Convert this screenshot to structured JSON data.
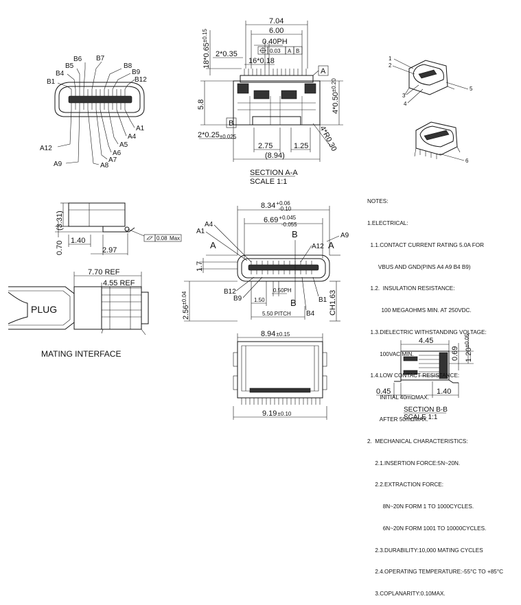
{
  "pin_labels_top": {
    "b6": "B6",
    "b7": "B7",
    "b5": "B5",
    "b8": "B8",
    "b4": "B4",
    "b9": "B9",
    "b1": "B1",
    "b12": "B12",
    "a1": "A1",
    "a4": "A4",
    "a5": "A5",
    "a6": "A6",
    "a12": "A12",
    "a7": "A7",
    "a9": "A9",
    "a8": "A8"
  },
  "side_view": {
    "d331": "(3.31)",
    "d070": "0.70",
    "d140": "1.40",
    "d297": "2.97",
    "flatness": "0.08",
    "flatness_unit": "Max"
  },
  "mating": {
    "d770": "7.70 REF",
    "d455": "4.55 REF",
    "plug": "PLUG",
    "caption": "MATING INTERFACE"
  },
  "section_aa": {
    "d704": "7.04",
    "d600": "6.00",
    "pitch": "0.40PH",
    "tol_val": "0.03",
    "tol_a": "A",
    "tol_b": "B",
    "d2x035": "2*0.35",
    "d16x018": "16*0.18",
    "d18x065": "18*0.65",
    "d18x065_tol": "±0.15",
    "d58": "5.8",
    "d4x050": "4*0.50",
    "d4x050_tol": "±0.20",
    "datum_a": "A",
    "datum_b": "B",
    "d2x025": "2*0.25",
    "d2x025_tol": "±0.025",
    "d275": "2.75",
    "d125": "1.25",
    "d894": "(8.94)",
    "r": "4*R0.30",
    "title": "SECTION A-A",
    "scale": "SCALE   1:1"
  },
  "front_view": {
    "d834": "8.34",
    "d834_tol_up": "+0.06",
    "d834_tol_dn": "-0.10",
    "d669": "6.69",
    "d669_tol_up": "+0.045",
    "d669_tol_dn": "-0.055",
    "a4": "A4",
    "a1": "A1",
    "b": "B",
    "a12": "A12",
    "a9": "A9",
    "sec_a_left": "A",
    "sec_a_right": "A",
    "d17": "1.7",
    "d256": "2.56",
    "d256_tol": "±0.04",
    "b12": "B12",
    "b9": "B9",
    "d150": "1.50",
    "d050": "0.50PH",
    "b1": "B1",
    "ch": "CH1.63",
    "d550": "5.50 PITCH",
    "b4": "B4",
    "sec_b": "B"
  },
  "bottom_view": {
    "d894": "8.94",
    "d894_tol": "±0.15",
    "d919": "9.19",
    "d919_tol": "±0.10"
  },
  "section_bb": {
    "d445": "4.45",
    "d069": "0.69",
    "d120": "1.20",
    "d120_tol": "±0.05",
    "d045": "0.45",
    "d140": "1.40",
    "title": "SECTION B-B",
    "scale": "SCALE   1:1"
  },
  "iso_callouts": [
    "1",
    "2",
    "3",
    "4",
    "5",
    "6"
  ],
  "notes": [
    "NOTES:",
    "1.ELECTRICAL:",
    "  1.1.CONTACT CURRENT RATING 5.0A FOR",
    "       VBUS AND GND(PINS A4 A9 B4 B9)",
    "  1.2.  INSULATION RESISTANCE:",
    "         100 MEGAOHMS MIN. AT 250VDC.",
    "  1.3.DIELECTRIC WITHSTANDING VOLTAGE:",
    "        100VAC MIN.",
    "  1.4.LOW CONTACT RESISTANCE:",
    "        INITIAL 40mΩMAX.",
    "        AFTER 50mΩMAX.",
    "2.  MECHANICAL CHARACTERISTICS:",
    "     2.1.INSERTION FORCE:5N~20N.",
    "     2.2.EXTRACTION FORCE:",
    "          8N~20N FORM 1 TO 1000CYCLES.",
    "          6N~20N FORM 1001 TO 10000CYCLES.",
    "     2.3.DURABILITY:10,000 MATING CYCLES",
    "     2.4.OPERATING TEMPERATURE:-55°C TO +85°C",
    "     3.COPLANARITY:0.10MAX."
  ]
}
